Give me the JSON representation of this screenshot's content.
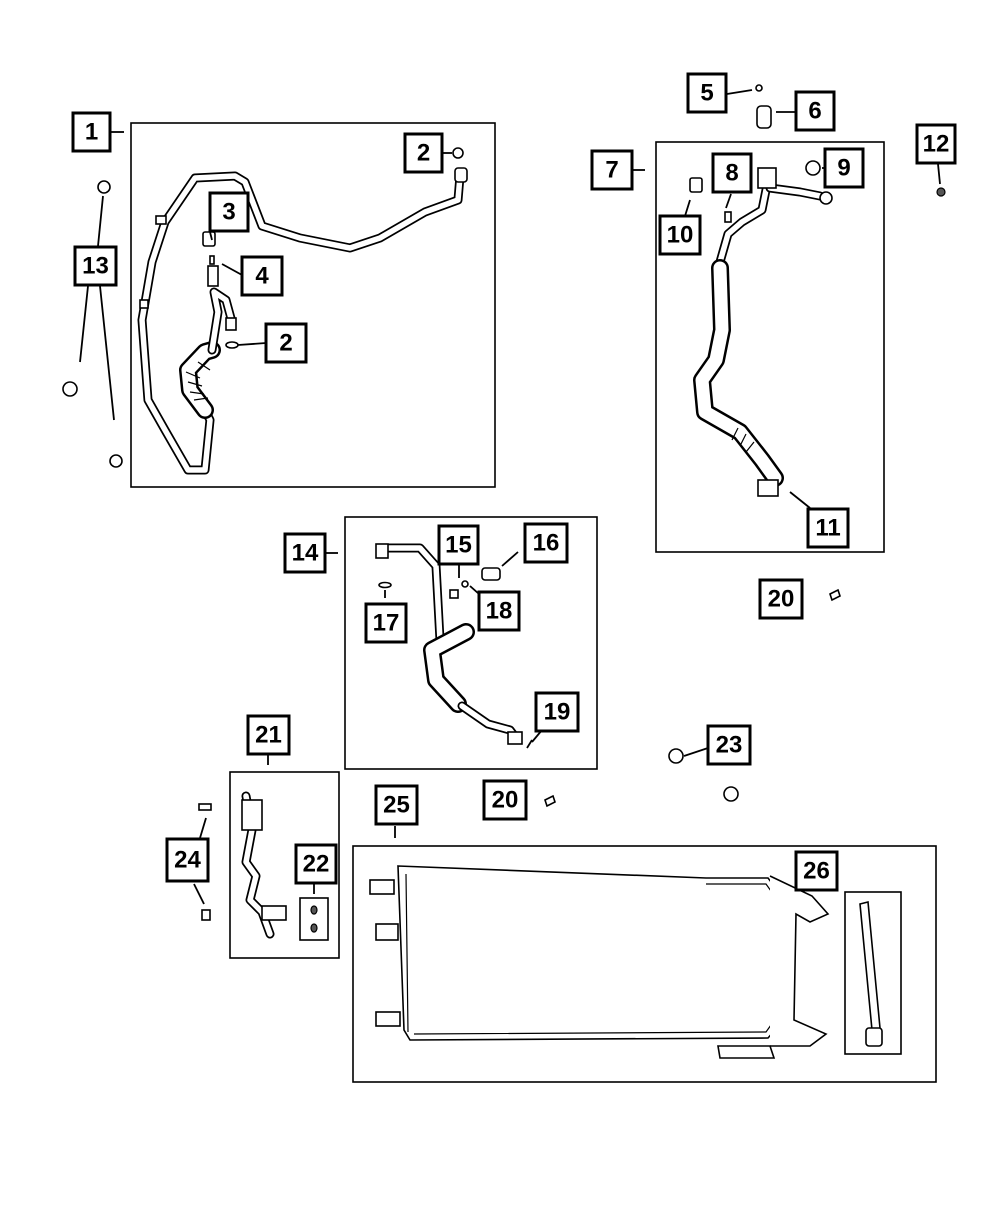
{
  "callouts": [
    {
      "id": "c1",
      "label": "1"
    },
    {
      "id": "c2a",
      "label": "2"
    },
    {
      "id": "c2b",
      "label": "2"
    },
    {
      "id": "c3",
      "label": "3"
    },
    {
      "id": "c4",
      "label": "4"
    },
    {
      "id": "c5",
      "label": "5"
    },
    {
      "id": "c6",
      "label": "6"
    },
    {
      "id": "c7",
      "label": "7"
    },
    {
      "id": "c8",
      "label": "8"
    },
    {
      "id": "c9",
      "label": "9"
    },
    {
      "id": "c10",
      "label": "10"
    },
    {
      "id": "c11",
      "label": "11"
    },
    {
      "id": "c12",
      "label": "12"
    },
    {
      "id": "c13",
      "label": "13"
    },
    {
      "id": "c14",
      "label": "14"
    },
    {
      "id": "c15",
      "label": "15"
    },
    {
      "id": "c16",
      "label": "16"
    },
    {
      "id": "c17",
      "label": "17"
    },
    {
      "id": "c18",
      "label": "18"
    },
    {
      "id": "c19",
      "label": "19"
    },
    {
      "id": "c20a",
      "label": "20"
    },
    {
      "id": "c20b",
      "label": "20"
    },
    {
      "id": "c21",
      "label": "21"
    },
    {
      "id": "c22",
      "label": "22"
    },
    {
      "id": "c23",
      "label": "23"
    },
    {
      "id": "c24",
      "label": "24"
    },
    {
      "id": "c25",
      "label": "25"
    },
    {
      "id": "c26",
      "label": "26"
    }
  ]
}
